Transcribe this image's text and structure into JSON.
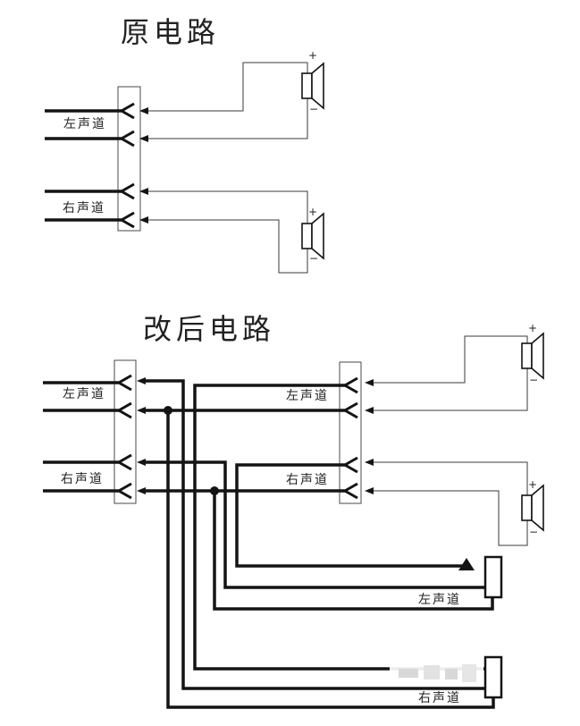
{
  "original_circuit": {
    "title": "原电路",
    "input_labels": {
      "left": "左声道",
      "right": "右声道"
    },
    "speakers": [
      {
        "plus": "+",
        "minus": "−"
      },
      {
        "plus": "+",
        "minus": "−"
      }
    ]
  },
  "modified_circuit": {
    "title": "改后电路",
    "input_labels": {
      "left": "左声道",
      "right": "右声道"
    },
    "second_block_labels": {
      "left": "左声道",
      "right": "右声道"
    },
    "speakers": [
      {
        "plus": "+",
        "minus": "−"
      },
      {
        "plus": "+",
        "minus": "−"
      }
    ],
    "added_units": [
      {
        "label": "左声道"
      },
      {
        "label": "右声道"
      }
    ]
  }
}
